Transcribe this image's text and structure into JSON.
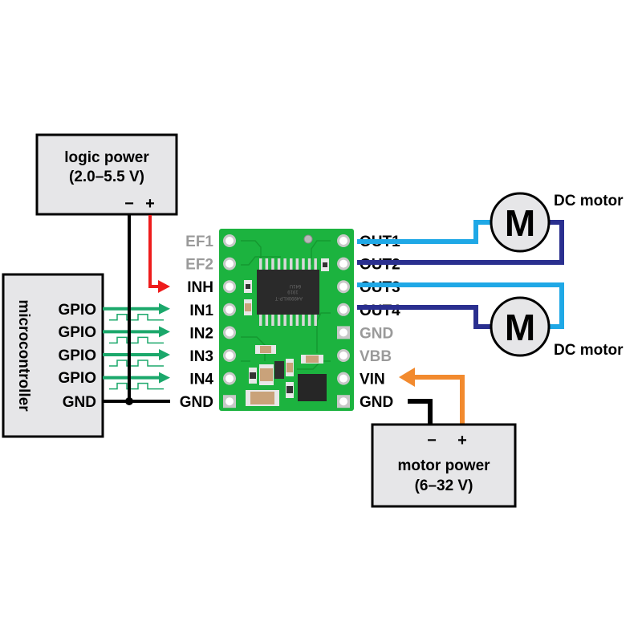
{
  "logic_power": {
    "title": "logic power",
    "range": "(2.0–5.5 V)",
    "minus": "−",
    "plus": "+"
  },
  "motor_power": {
    "title": "motor power",
    "range": "(6–32 V)",
    "minus": "−",
    "plus": "+"
  },
  "microcontroller": {
    "title": "microcontroller",
    "pins": [
      "GPIO",
      "GPIO",
      "GPIO",
      "GPIO",
      "GND"
    ]
  },
  "board": {
    "left_pins": [
      {
        "label": "EF1",
        "active": false
      },
      {
        "label": "EF2",
        "active": false
      },
      {
        "label": "INH",
        "active": true
      },
      {
        "label": "IN1",
        "active": true
      },
      {
        "label": "IN2",
        "active": true
      },
      {
        "label": "IN3",
        "active": true
      },
      {
        "label": "IN4",
        "active": true
      },
      {
        "label": "GND",
        "active": true
      }
    ],
    "right_pins": [
      {
        "label": "OUT1",
        "active": true
      },
      {
        "label": "OUT2",
        "active": true
      },
      {
        "label": "OUT3",
        "active": true
      },
      {
        "label": "OUT4",
        "active": true
      },
      {
        "label": "GND",
        "active": false
      },
      {
        "label": "VBB",
        "active": false
      },
      {
        "label": "VIN",
        "active": true
      },
      {
        "label": "GND",
        "active": true
      }
    ],
    "chip_marking": [
      "A4990KLP-T",
      "1919",
      "641U"
    ]
  },
  "motors": [
    {
      "symbol": "M",
      "label": "DC motor"
    },
    {
      "symbol": "M",
      "label": "DC motor"
    }
  ],
  "colors": {
    "logic_plus_wire": "#ee1c1c",
    "gnd_wire": "#000000",
    "gpio_wire": "#1ba86b",
    "out_light": "#1fa8e6",
    "out_dark": "#2a2f8f",
    "vin_wire": "#f28a2e",
    "box_fill": "#e6e6e8",
    "pcb_green": "#1cb33f",
    "inactive_label": "#9a9a9a"
  }
}
